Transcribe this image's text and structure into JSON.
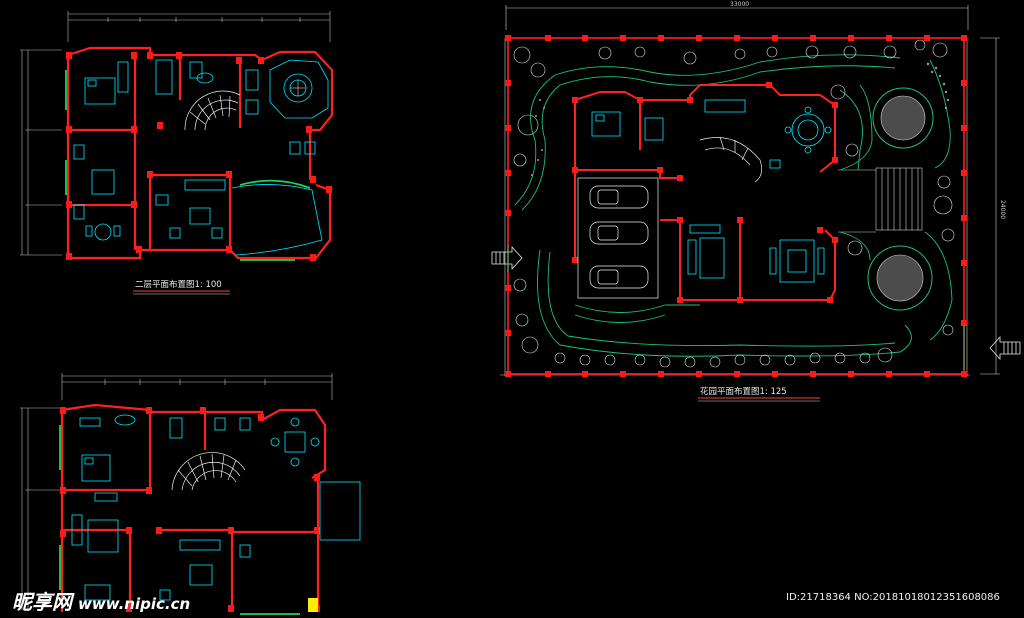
{
  "drawings": {
    "plan_top_left_title": "二层平面布置图1: 100",
    "plan_bottom_left_title": "",
    "plan_garden_title": "花园平面布置图1: 125",
    "garden_dim_width": "33000",
    "garden_dim_height": "24000"
  },
  "watermark": {
    "logo_text": "昵享网",
    "logo_url": "www.nipic.cn",
    "id_text": "ID:21718364 NO:20181018012351608086"
  },
  "colors": {
    "background": "#000000",
    "wall": "#ff2020",
    "furniture": "#00e5ff",
    "planting": "#19c27a",
    "dimension": "#cfcfcf",
    "yellow": "#ffee00"
  }
}
